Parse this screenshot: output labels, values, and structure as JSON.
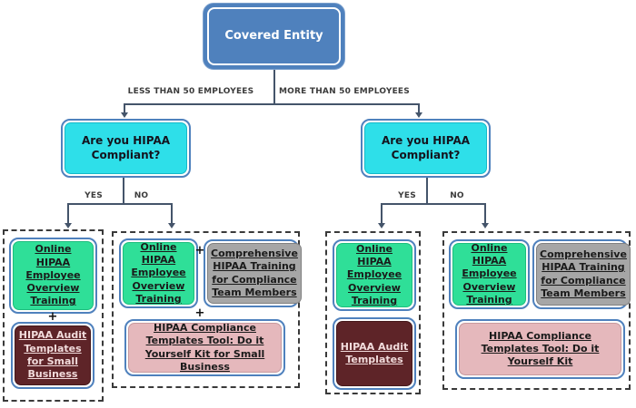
{
  "diagram": {
    "root_label": "Covered Entity",
    "branch_left_label": "LESS THAN 50 EMPLOYEES",
    "branch_right_label": "MORE THAN 50 EMPLOYEES",
    "question_label": "Are you HIPAA Compliant?",
    "yes_label": "YES",
    "no_label": "NO",
    "plus_sign": "+",
    "products": {
      "online_training": "Online HIPAA Employee Overview Training",
      "audit_templates_small": "HIPAA Audit Templates for Small Business",
      "audit_templates": "HIPAA Audit Templates",
      "comprehensive_training": "Comprehensive HIPAA Training for Compliance Team Members",
      "templates_tool_small": "HIPAA Compliance Templates Tool: Do it Yourself Kit for Small Business",
      "templates_tool": "HIPAA Compliance Templates Tool: Do it Yourself Kit"
    },
    "colors": {
      "root_fill": "#4f81bd",
      "question_fill": "#2edfe9",
      "training_fill": "#2fdf98",
      "comprehensive_fill": "#a6a6a6",
      "audit_fill": "#5e2428",
      "templates_fill": "#e5b8bc",
      "node_border": "#4f81bd",
      "connector": "#44546a",
      "group_border": "#3a3a3a"
    }
  }
}
